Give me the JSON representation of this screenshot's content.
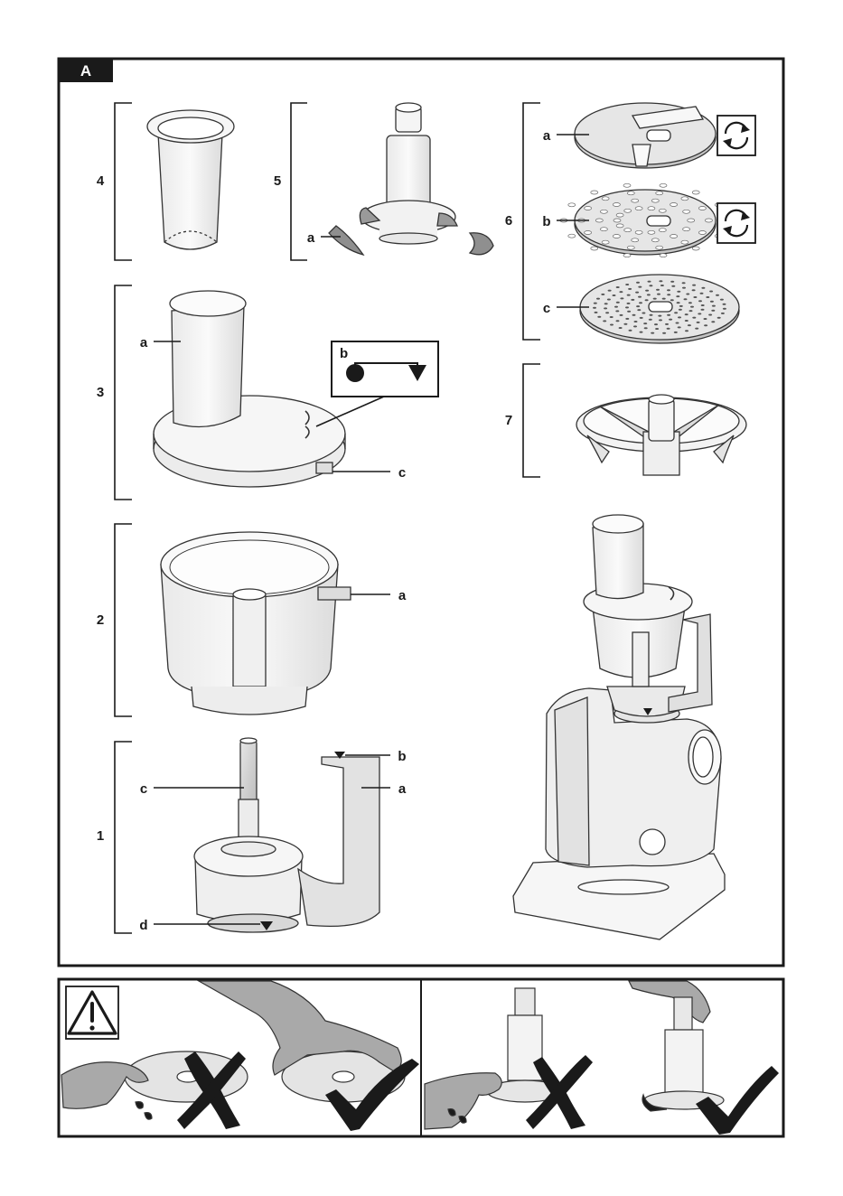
{
  "section_tab": "A",
  "parts": {
    "p1": "1",
    "p2": "2",
    "p3": "3",
    "p4": "4",
    "p5": "5",
    "p6": "6",
    "p7": "7"
  },
  "callouts": {
    "p1_a": "a",
    "p1_b": "b",
    "p1_c": "c",
    "p1_d": "d",
    "p2_a": "a",
    "p3_a": "a",
    "p3_b": "b",
    "p3_c": "c",
    "p5_a": "a",
    "p6_a": "a",
    "p6_b": "b",
    "p6_c": "c"
  },
  "icons": {
    "rotate": "rotate-arrows-icon",
    "warning": "warning-triangle-icon",
    "wrong": "cross-mark-icon",
    "right": "check-mark-icon"
  },
  "colors": {
    "ink": "#1a1a1a",
    "part_fill": "#f1f1f1",
    "shade": "#d4d4d4",
    "hand": "#a9a9a9"
  }
}
